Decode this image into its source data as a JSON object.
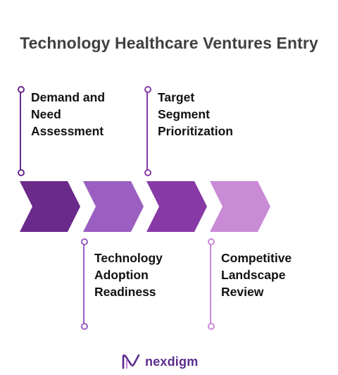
{
  "title": "Technology Healthcare Ventures Entry",
  "colors": {
    "title": "#404040",
    "step1": "#6a2a8a",
    "step2": "#9a5fc0",
    "step3": "#873aa5",
    "step4": "#c98ad6",
    "brand": "#5b2d8e"
  },
  "steps": [
    {
      "label": "Demand and\nNeed\nAssessment",
      "position": "above"
    },
    {
      "label": "Technology\nAdoption\nReadiness",
      "position": "below"
    },
    {
      "label": "Target\nSegment\nPrioritization",
      "position": "above"
    },
    {
      "label": "Competitive\nLandscape\nReview",
      "position": "below"
    }
  ],
  "brand": {
    "name": "nexdigm",
    "icon": "nexdigm-logo-icon"
  }
}
